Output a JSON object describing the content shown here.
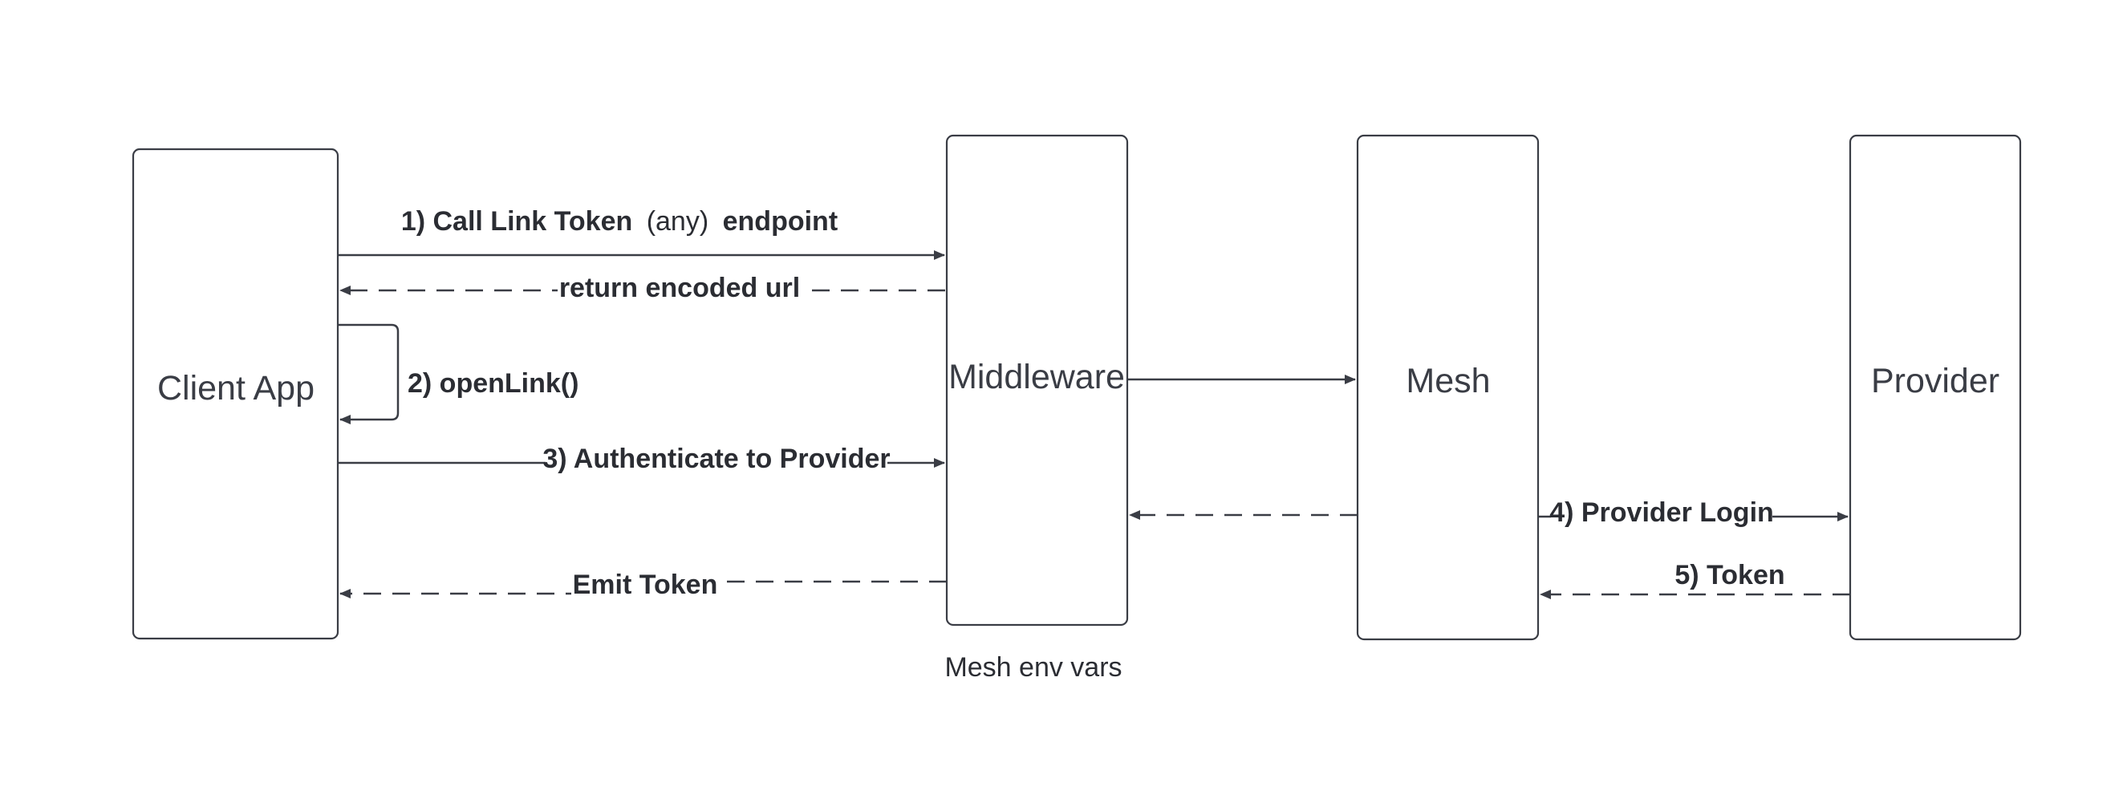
{
  "diagram": {
    "nodes": {
      "client": "Client App",
      "middleware": "Middleware",
      "mesh": "Mesh",
      "provider": "Provider"
    },
    "messages": {
      "call_link_token_a": "1) Call Link Token",
      "call_link_token_b": "(any)",
      "call_link_token_c": "endpoint",
      "return_url": "return encoded url",
      "open_link": "2) openLink()",
      "authenticate": "3) Authenticate to Provider",
      "emit_token": "Emit Token",
      "provider_login": "4) Provider Login",
      "token": "5) Token"
    },
    "notes": {
      "mesh_env_vars": "Mesh env vars"
    },
    "colors": {
      "stroke": "#3a3d45",
      "text": "#2b2d33",
      "background": "#ffffff"
    }
  }
}
